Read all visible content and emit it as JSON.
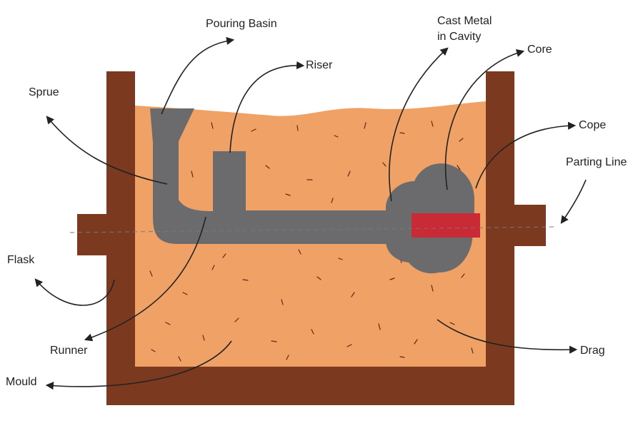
{
  "labels": {
    "pouring_basin": "Pouring Basin",
    "riser": "Riser",
    "cast_metal_line1": "Cast Metal",
    "cast_metal_line2": "in Cavity",
    "core": "Core",
    "sprue": "Sprue",
    "cope": "Cope",
    "parting_line": "Parting Line",
    "flask": "Flask",
    "runner": "Runner",
    "drag": "Drag",
    "mould": "Mould"
  },
  "colors": {
    "flask": "#7b3a20",
    "sand": "#f0a266",
    "metal": "#6b6b6d",
    "core": "#c92a36",
    "speckle": "#5a2a14",
    "text": "#222222"
  }
}
